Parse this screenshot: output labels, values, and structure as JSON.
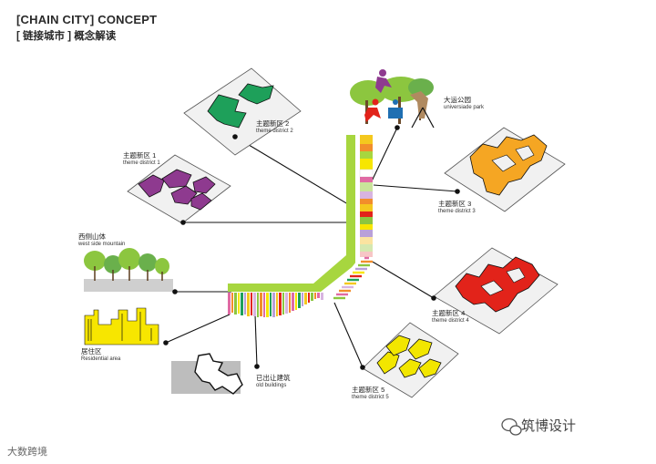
{
  "title": {
    "en": "[CHAIN CITY] CONCEPT",
    "cn": "[ 链接城市 ] 概念解读"
  },
  "labels": {
    "park": {
      "cn": "大运公园",
      "en": "universiade park"
    },
    "td2": {
      "cn": "主题新区 2",
      "en": "theme district 2"
    },
    "td1": {
      "cn": "主题新区 1",
      "en": "theme district 1"
    },
    "td3": {
      "cn": "主题新区 3",
      "en": "theme district 3"
    },
    "mountain": {
      "cn": "西侧山体",
      "en": "west side mountain"
    },
    "td4": {
      "cn": "主题新区 4",
      "en": "theme district 4"
    },
    "residential": {
      "cn": "居住区",
      "en": "Residential area"
    },
    "old": {
      "cn": "已出让建筑",
      "en": "old buildings"
    },
    "td5": {
      "cn": "主题新区 5",
      "en": "theme district 5"
    }
  },
  "watermark": {
    "right": "筑博设计",
    "left": "大数跨境"
  },
  "colors": {
    "spine": "#a7d63f",
    "td1": "#8e3a8f",
    "td2": "#1ea05a",
    "td3": "#f5a623",
    "td4": "#e2231a",
    "td5": "#f2e600",
    "residential": "#f7e600",
    "trees": "#8cc63f",
    "old": "#bdbdbd"
  },
  "icons": [
    "tree-icon",
    "building-icon",
    "sports-figure-icon",
    "wechat-icon"
  ]
}
